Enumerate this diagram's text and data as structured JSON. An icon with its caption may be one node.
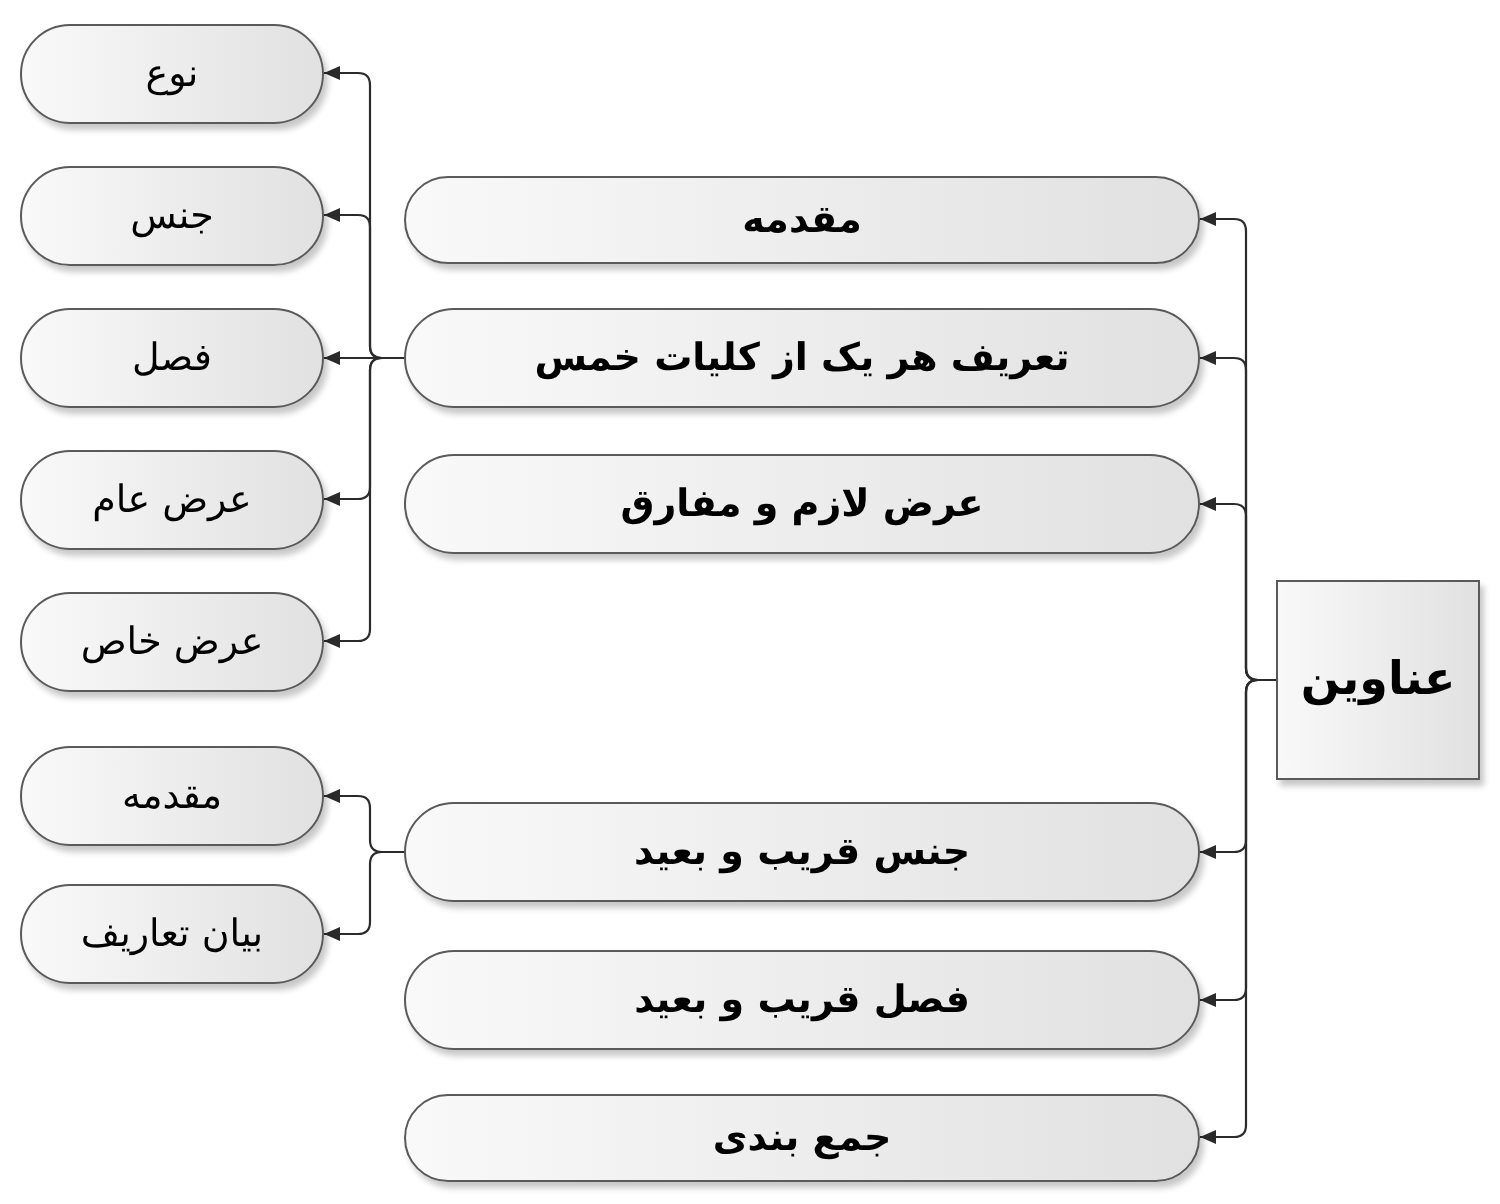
{
  "diagram": {
    "nodes": [
      {
        "text": [
          "عناوین"
        ]
      },
      {
        "text": [
          "مقدمه"
        ]
      },
      {
        "text": [
          "تعریف هر یک از کلیات خمس"
        ]
      },
      {
        "text": [
          "عرض لازم و مفارق"
        ]
      },
      {
        "text": [
          "جنس قریب و بعید"
        ]
      },
      {
        "text": [
          "فصل قریب و بعید"
        ]
      },
      {
        "text": [
          "جمع بندی"
        ]
      },
      {
        "text": [
          "نوع"
        ]
      },
      {
        "text": [
          "جنس"
        ]
      },
      {
        "text": [
          "فصل"
        ]
      },
      {
        "text": [
          "عرض عام"
        ]
      },
      {
        "text": [
          "عرض خاص"
        ]
      },
      {
        "text": [
          "مقدمه"
        ]
      },
      {
        "text": [
          "بیان تعاریف"
        ]
      }
    ],
    "edges": [
      {
        "from": 0,
        "to": 1,
        "arrow": "to"
      },
      {
        "from": 0,
        "to": 2,
        "arrow": "to"
      },
      {
        "from": 0,
        "to": 3,
        "arrow": "to"
      },
      {
        "from": 0,
        "to": 4,
        "arrow": "to"
      },
      {
        "from": 0,
        "to": 5,
        "arrow": "to"
      },
      {
        "from": 0,
        "to": 6,
        "arrow": "to"
      },
      {
        "from": 2,
        "to": 7,
        "arrow": "to"
      },
      {
        "from": 2,
        "to": 8,
        "arrow": "to"
      },
      {
        "from": 2,
        "to": 9,
        "arrow": "to"
      },
      {
        "from": 2,
        "to": 10,
        "arrow": "to"
      },
      {
        "from": 2,
        "to": 11,
        "arrow": "to"
      },
      {
        "from": 4,
        "to": 12,
        "arrow": "to"
      },
      {
        "from": 4,
        "to": 13,
        "arrow": "to"
      }
    ]
  }
}
